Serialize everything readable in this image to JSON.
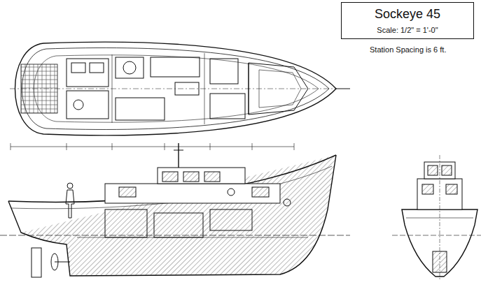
{
  "diagram": {
    "nodes": [
      {
        "text": [
          "Sockeye 45",
          "Scale: 1/2\" = 1'-0\""
        ]
      }
    ],
    "labels": [
      "Station Spacing is 6 ft."
    ]
  }
}
